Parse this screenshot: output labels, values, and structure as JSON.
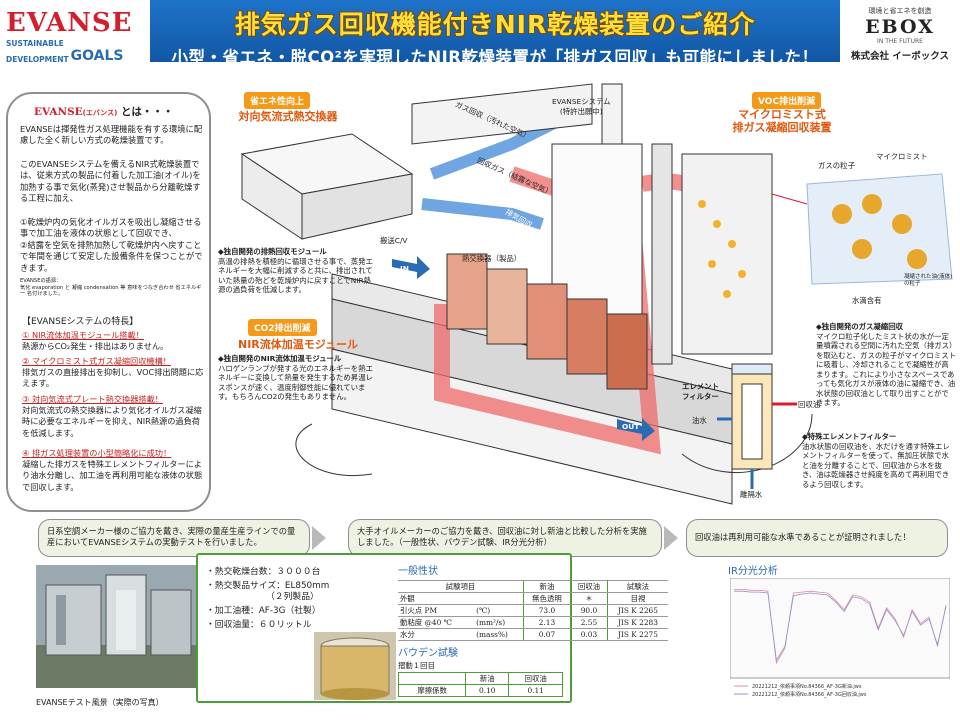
{
  "header": {
    "logo_left_brand": "EVANSE",
    "logo_left_line1": "SUSTAINABLE",
    "logo_left_line2": "DEVELOPMENT",
    "logo_left_goals": "GOALS",
    "title": "排気ガス回収機能付きNIR乾燥装置のご紹介",
    "subtitle": "小型・省エネ・脱CO²を実現したNIR乾燥装置が「排ガス回収」も可能にしました！",
    "logo_right_tag": "環境と省エネを創造",
    "logo_right_brand": "EBOX",
    "logo_right_future": "IN THE FUTURE",
    "company": "株式会社 イーボックス",
    "colors": {
      "banner": "#1565c0",
      "title": "#ffe03a",
      "accent_red": "#d21f2b"
    }
  },
  "left_panel": {
    "heading_brand": "EVANSE",
    "heading_kana": "(エバンス)",
    "heading_rest": "とは・・・",
    "intro": "EVANSEは揮発性ガス処理機能を有する環境に配慮した全く新しい方式の乾燥装置です。",
    "body1": "このEVANSEシステムを備えるNIR式乾燥装置では、従来方式の製品に付着した加工油(オイル)を加熱する事で気化(蒸発)させ製品から分離乾燥する工程に加え、",
    "body2": "①乾燥炉内の気化オイルガスを吸出し凝縮させる事で加工油を液体の状態として回収でき、",
    "body3": "②結露を空気を排熱加熱して乾燥炉内へ戻すことで年間を通じて安定した設備条件を保つことができます。",
    "footnote": "EVANSEの語源：\n気化 evaporation と 凝縮 condensation 等 意味をつなぎ合わせ 省エネルギー 名付けました。",
    "features_title": "【EVANSEシステムの特長】",
    "features": [
      {
        "title": "① NIR流体加温モジュール搭載！",
        "text": "熱源からCO₂発生・排出はありません。"
      },
      {
        "title": "② マイクロミスト式ガス凝縮回収機構！",
        "text": "排気ガスの直接排出を抑制し、VOC排出問題に応えます。"
      },
      {
        "title": "③ 対向気流式プレート熱交換器搭載！",
        "text": "対向気流式の熱交換器により気化オイルガス凝縮時に必要なエネルギーを抑え、NIR熱源の過負荷を低減します。"
      },
      {
        "title": "④ 排ガス処理装置の小型簡略化に成功！",
        "text": "凝縮した排ガスを特殊エレメントフィルターにより油水分離し、加工油を再利用可能な液体の状態で回収します。"
      }
    ]
  },
  "diagram": {
    "tag_energy": "省エネ性向上",
    "title_heatex": "対向気流式熱交換器",
    "label_system": "EVANSEシステム",
    "label_system_sub": "(特許出願中)",
    "label_exhaust": "ガス回収（汚れた空気）",
    "label_return": "回収ガス（結露な空気）",
    "label_exhaust_pipe": "排気回収",
    "tag_voc": "VOC排出削減",
    "title_voc": "マイクロミスト式\n排ガス凝縮回収装置",
    "label_gas_particle": "ガスの粒子",
    "label_micromist": "マイクロミスト",
    "label_droplet": "水滴含有",
    "label_recovered_gas": "凝縮された油(液体)の粒子",
    "note_heatex_title": "◆独自開発の排熱回収モジュール",
    "note_heatex_body": "高温の排熱を積極的に循環させる事で、蒸発エネルギーを大幅に削減すると共に、排出されていた熱量の殆どを乾燥炉内に戻すことでNIR熱源の過負荷を低減します。",
    "label_cv": "搬送C/V",
    "label_heatex_product": "熱交換器（製品）",
    "label_in": "IN",
    "label_out": "OUT",
    "tag_co2": "CO2排出削減",
    "title_co2": "NIR流体加温モジュール",
    "note_nir_title": "◆独自開発のNIR流体加温モジュール",
    "note_nir_body": "ハロゲンランプが発する光のエネルギーを熱エネルギーに変換して熱量を発生するため昇温レスポンスが速く、温度制御性能に優れています。もちろんCO2の発生もありません。",
    "note_mist_title": "◆独自開発のガス凝縮回収",
    "note_mist_body": "マイクロ粒子化したミスト状の水が一定量噴霧される空間に汚れた空気（排ガス）を取込むと、ガスの粒子がマイクロミストに吸着し、冷却されることで凝縮性が高まります。これにより小さなスペースであっても気化ガスが液体の油に凝縮でき、油水状態の回収油として取り出すことができます。",
    "label_element": "エレメント\nフィルター",
    "label_recovered_oil": "回収油",
    "label_oil_water": "油水",
    "label_drain": "離隔水",
    "note_filter_title": "◆特殊エレメントフィルター",
    "note_filter_body": "油水状態の回収油を、水だけを通す特殊エレメントフィルターを使って、無加圧状態で水と油を分離することで、回収油から水を抜き、油は乾燥器させ純度を高めて再利用できるよう回収します。"
  },
  "process": [
    "日系空調メーカー様のご協力を戴き、実際の量産生産ラインでの量産においてEVANSEシステムの実動テストを行いました。",
    "大手オイルメーカーのご協力を戴き、回収油に対し新油と比較した分析を実施しました。（一般性状、バウデン試験、IR分光分析）",
    "回収油は再利用可能な水準であることが証明されました！"
  ],
  "test": {
    "photo_caption": "EVANSEテスト風景（実際の写真）",
    "specs": [
      "・熱交乾燥台数：３０００台",
      "・熱交製品サイズ：EL850mm",
      "（２列製品）",
      "・加工油種：AF-3G（社製）",
      "・回収油量：６０リットル"
    ]
  },
  "general_props": {
    "title": "一般性状",
    "headers": [
      "試験項目",
      "",
      "新油",
      "回収油",
      "試験法"
    ],
    "rows": [
      [
        "外観",
        "",
        "無色透明",
        "＊",
        "目視"
      ],
      [
        "引火点 PM",
        "(℃)",
        "73.0",
        "90.0",
        "JIS K 2265"
      ],
      [
        "動粘度 @40 ℃",
        "(mm²/s)",
        "2.13",
        "2.55",
        "JIS K 2283"
      ],
      [
        "水分",
        "(mass%)",
        "0.07",
        "0.03",
        "JIS K 2275"
      ]
    ]
  },
  "bauden": {
    "title": "バウデン試験",
    "sub": "摺動１回目",
    "headers": [
      "",
      "新油",
      "回収油"
    ],
    "row": [
      "摩擦係数",
      "0.10",
      "0.11"
    ]
  },
  "ir": {
    "title": "IR分光分析",
    "legend1": "20221212_依頼事項No.84366_AF-3G新油.jws",
    "legend2": "20221212_依頼事項No.84366_AF-3G回収油.jws"
  },
  "chart_data": {
    "type": "line",
    "title": "IR分光分析",
    "series": [
      {
        "name": "20221212_依頼事項No.84366_AF-3G新油.jws",
        "color": "#e28aa5",
        "x": [
          0,
          8,
          16,
          24,
          32,
          40,
          48,
          56,
          64,
          72,
          80,
          88,
          96,
          104,
          112,
          120,
          128,
          136,
          144,
          152,
          160,
          168,
          176,
          184,
          192,
          200
        ],
        "y": [
          92,
          92,
          91,
          91,
          90,
          12,
          28,
          88,
          89,
          90,
          89,
          88,
          80,
          70,
          86,
          84,
          78,
          50,
          72,
          60,
          40,
          70,
          55,
          62,
          30,
          75
        ]
      },
      {
        "name": "20221212_依頼事項No.84366_AF-3G回収油.jws",
        "color": "#8f95c8",
        "x": [
          0,
          8,
          16,
          24,
          32,
          40,
          48,
          56,
          64,
          72,
          80,
          88,
          96,
          104,
          112,
          120,
          128,
          136,
          144,
          152,
          160,
          168,
          176,
          184,
          192,
          200
        ],
        "y": [
          90,
          90,
          89,
          89,
          88,
          15,
          30,
          85,
          87,
          88,
          87,
          86,
          78,
          68,
          84,
          82,
          76,
          48,
          70,
          58,
          42,
          68,
          53,
          60,
          32,
          73
        ]
      }
    ]
  }
}
